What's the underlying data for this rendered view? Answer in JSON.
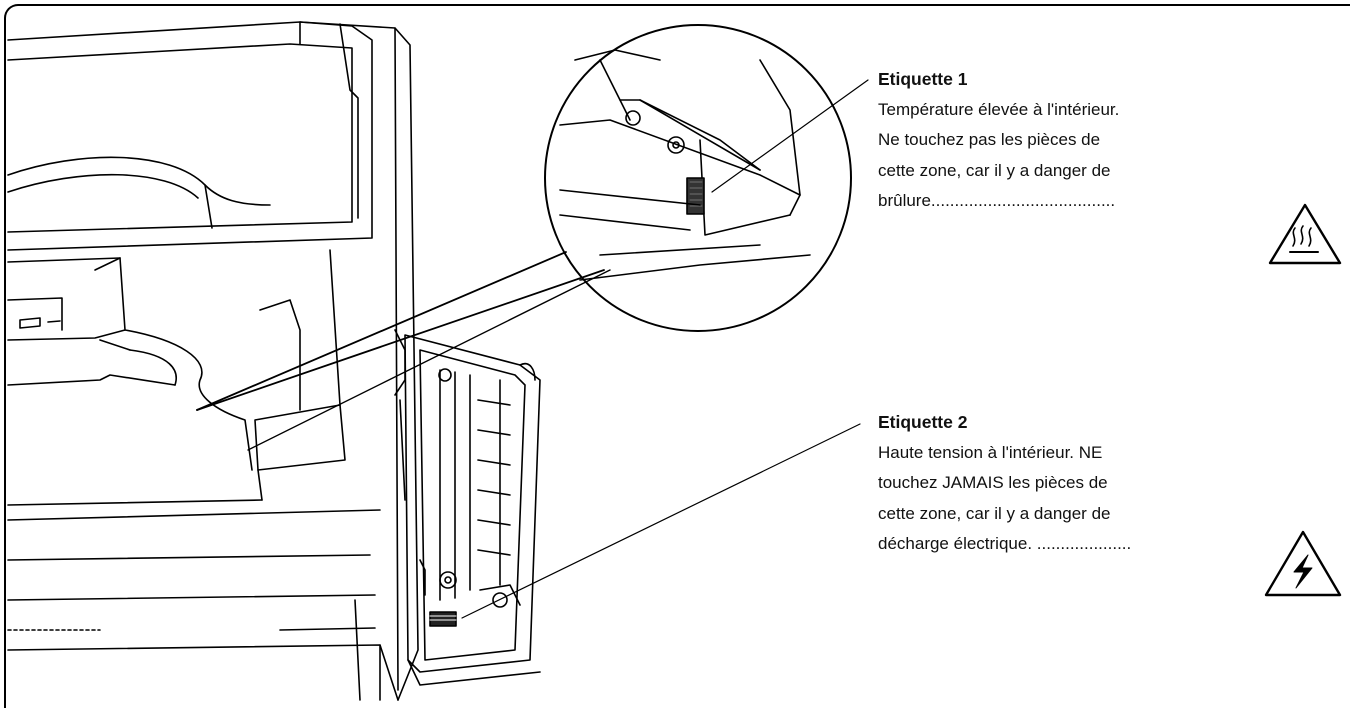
{
  "labels": [
    {
      "title": "Etiquette 1",
      "lines": [
        "Température élevée à l'intérieur.",
        "Ne touchez pas les pièces de",
        "cette zone, car il y a danger de",
        "brûlure......................................."
      ],
      "icon": "hot-surface-warning-icon"
    },
    {
      "title": "Etiquette 2",
      "lines": [
        "Haute tension à l'intérieur. NE",
        "touchez JAMAIS les pièces de",
        "cette zone, car il y a danger de",
        "décharge électrique. ...................."
      ],
      "icon": "high-voltage-warning-icon"
    }
  ],
  "colors": {
    "line": "#000000",
    "background": "#ffffff"
  }
}
